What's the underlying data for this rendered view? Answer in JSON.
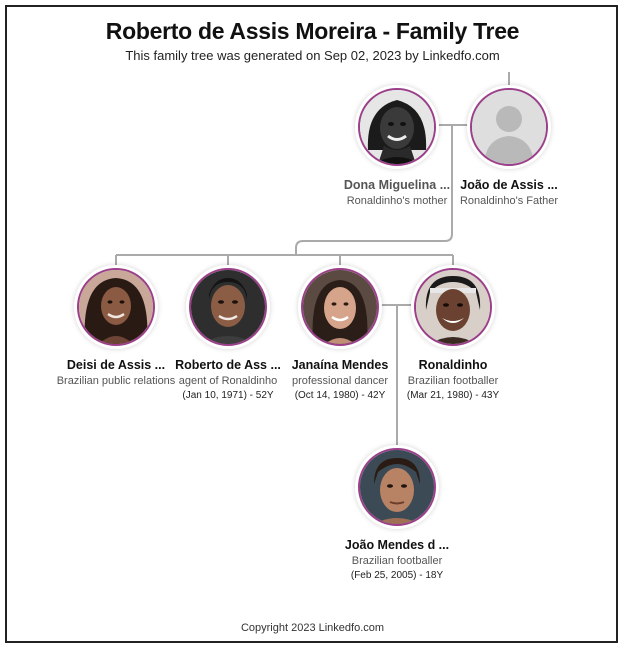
{
  "header": {
    "title": "Roberto de Assis Moreira - Family Tree",
    "subtitle": "This family tree was generated on Sep 02, 2023 by Linkedfo.com"
  },
  "footer": {
    "copyright": "Copyright 2023 Linkedfo.com"
  },
  "colors": {
    "avatar_border": "#9b3f8a",
    "connector": "#aaaaaa"
  },
  "people": {
    "mother": {
      "name": "Dona Miguelina ...",
      "description": "Ronaldinho's mother",
      "photo": "portrait-photo"
    },
    "father": {
      "name": "João de Assis ...",
      "description": "Ronaldinho's Father",
      "photo": "person-placeholder-icon"
    },
    "deisi": {
      "name": "Deisi de Assis ...",
      "description": "Brazilian public relations",
      "photo": "portrait-photo"
    },
    "roberto": {
      "name": "Roberto de Ass ...",
      "description": "agent of Ronaldinho",
      "dates": "(Jan 10, 1971) - 52Y",
      "photo": "portrait-photo"
    },
    "janaina": {
      "name": "Janaína Mendes",
      "description": "professional dancer",
      "dates": "(Oct 14, 1980) - 42Y",
      "photo": "portrait-photo"
    },
    "ronaldinho": {
      "name": "Ronaldinho",
      "description": "Brazilian footballer",
      "dates": "(Mar 21, 1980) - 43Y",
      "photo": "portrait-photo"
    },
    "joao_mendes": {
      "name": "João Mendes d ...",
      "description": "Brazilian footballer",
      "dates": "(Feb 25, 2005) - 18Y",
      "photo": "portrait-photo"
    }
  }
}
